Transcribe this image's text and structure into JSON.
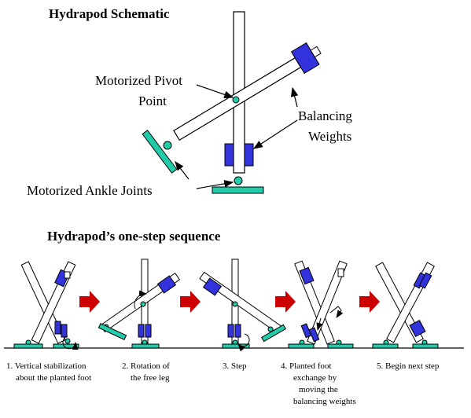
{
  "schematic": {
    "title": "Hydrapod Schematic",
    "label_pivot_line1": "Motorized Pivot",
    "label_pivot_line2": "Point",
    "label_weights_line1": "Balancing",
    "label_weights_line2": "Weights",
    "label_ankle": "Motorized Ankle Joints"
  },
  "sequence": {
    "title": "Hydrapod’s one-step sequence",
    "steps": [
      {
        "line1": "1. Vertical stabilization",
        "line2": "about the planted foot",
        "line3": ""
      },
      {
        "line1": "2. Rotation of",
        "line2": "the free  leg",
        "line3": ""
      },
      {
        "line1": "3. Step",
        "line2": "",
        "line3": ""
      },
      {
        "line1": "4. Planted foot",
        "line2": "exchange by",
        "line3": "moving  the",
        "line4": "balancing weights"
      },
      {
        "line1": "5. Begin next step",
        "line2": "",
        "line3": ""
      }
    ]
  },
  "colors": {
    "leg_fill": "#ffffff",
    "outline": "#000000",
    "weight_blue": "#3333dd",
    "foot_teal": "#22ccaa",
    "arrow_red": "#cc0000"
  }
}
